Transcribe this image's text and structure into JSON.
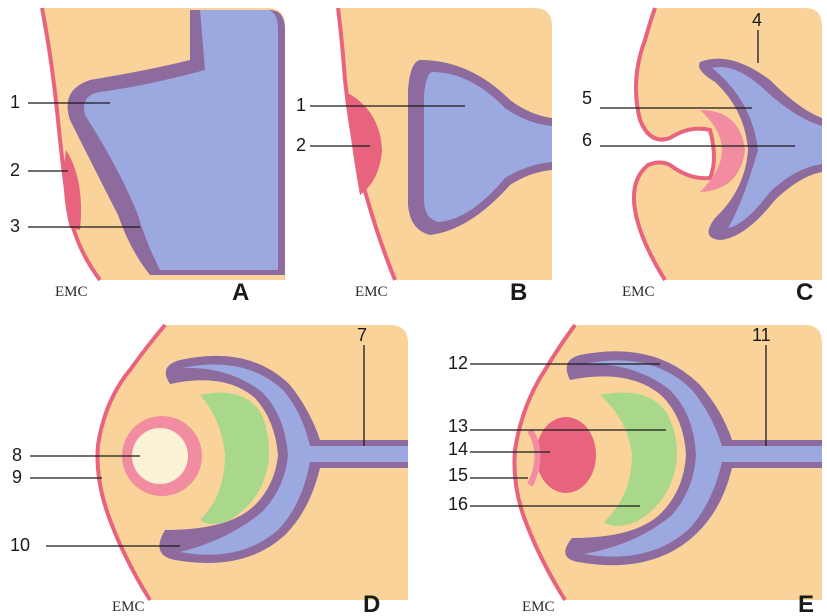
{
  "logo_text": "EMC",
  "colors": {
    "tissue": "#F9D39A",
    "tissue_edge": "#E8A84A",
    "surface_pink": "#E8647E",
    "lens_pink": "#F28CA0",
    "purple": "#8E6B9E",
    "blue": "#9CA8E0",
    "green": "#A9D88A",
    "cream": "#FBF1D4"
  },
  "panels": [
    {
      "letter": "A",
      "labels": [
        "1",
        "2",
        "3"
      ]
    },
    {
      "letter": "B",
      "labels": [
        "1",
        "2"
      ]
    },
    {
      "letter": "C",
      "labels": [
        "4",
        "5",
        "6"
      ]
    },
    {
      "letter": "D",
      "labels": [
        "7",
        "8",
        "9",
        "10"
      ]
    },
    {
      "letter": "E",
      "labels": [
        "11",
        "12",
        "13",
        "14",
        "15",
        "16"
      ]
    }
  ]
}
